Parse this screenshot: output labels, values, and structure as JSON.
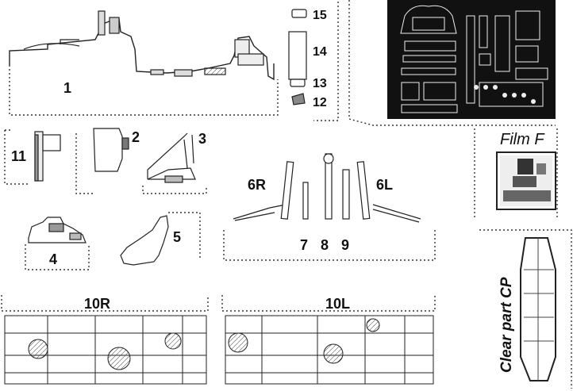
{
  "parts": {
    "p1": "1",
    "p2": "2",
    "p3": "3",
    "p4": "4",
    "p5": "5",
    "p6r": "6R",
    "p6l": "6L",
    "p7": "7",
    "p8": "8",
    "p9": "9",
    "p10r": "10R",
    "p10l": "10L",
    "p11": "11",
    "p12": "12",
    "p13": "13",
    "p14": "14",
    "p15": "15"
  },
  "film": {
    "label": "Film F"
  },
  "clear": {
    "label": "Clear part CP"
  },
  "colors": {
    "ink": "#1a1a1a",
    "fret": "#111111",
    "paper": "#ffffff"
  }
}
